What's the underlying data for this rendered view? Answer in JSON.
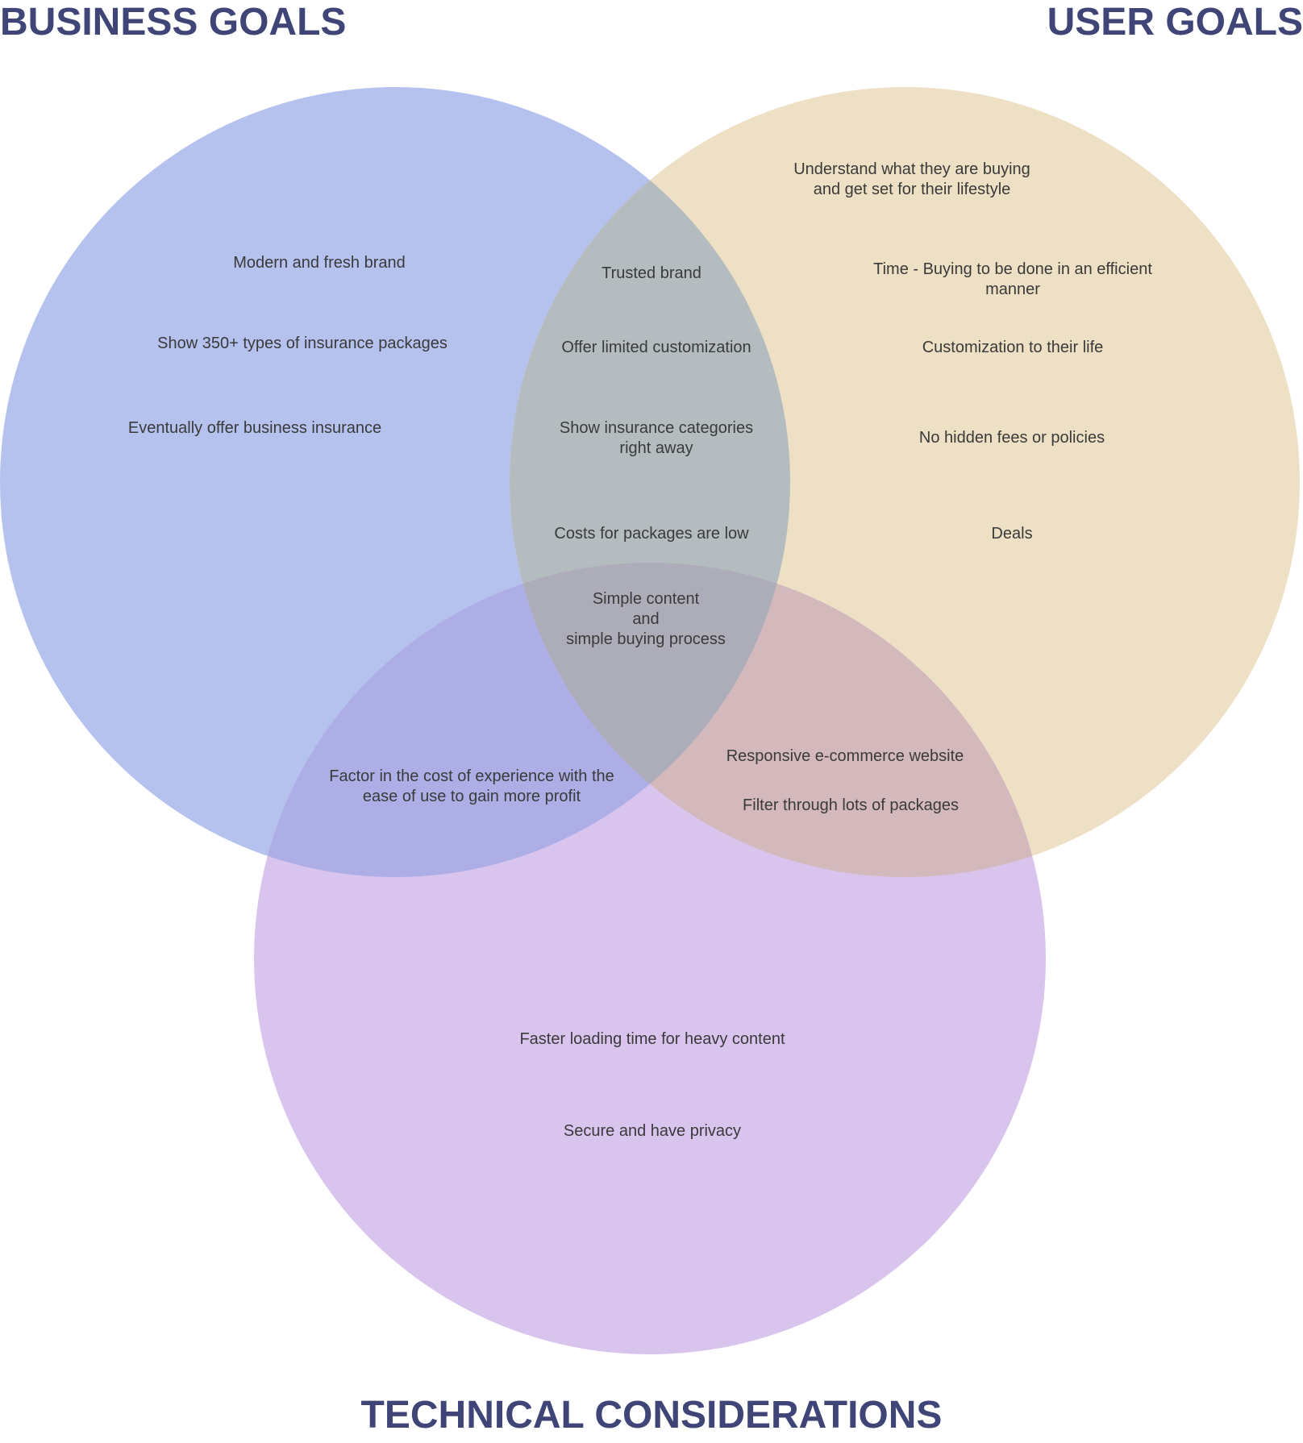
{
  "colors": {
    "heading": "#3f4677",
    "business_circle": "#b6c2ee",
    "user_circle": "#eee0c4",
    "technical_circle": "#d9c4ee",
    "business_user_overlap": "#b4bcc0",
    "business_technical_overlap": "#adaee6",
    "user_technical_overlap": "#d4b9bc",
    "center_overlap": "#acadb9",
    "text": "#3a3a3a"
  },
  "headings": {
    "business": "BUSINESS GOALS",
    "user": "USER GOALS",
    "technical": "TECHNICAL CONSIDERATIONS"
  },
  "business_only": [
    "Modern and fresh brand",
    "Show 350+ types of insurance packages",
    "Eventually offer business insurance"
  ],
  "user_only": [
    "Understand what they are buying\nand get set for their lifestyle",
    "Time - Buying to be done in an efficient manner",
    "Customization to their life",
    "No hidden fees or policies",
    "Deals"
  ],
  "business_user": [
    "Trusted brand",
    "Offer limited customization",
    "Show insurance categories\nright away",
    "Costs for packages are low"
  ],
  "all_three": [
    "Simple content\nand\nsimple buying process"
  ],
  "business_technical": [
    "Factor in the cost of experience with the\nease of use to gain more profit"
  ],
  "user_technical": [
    "Responsive e-commerce website",
    "Filter through lots of packages"
  ],
  "technical_only": [
    "Faster loading time for heavy content",
    "Secure and have privacy"
  ]
}
